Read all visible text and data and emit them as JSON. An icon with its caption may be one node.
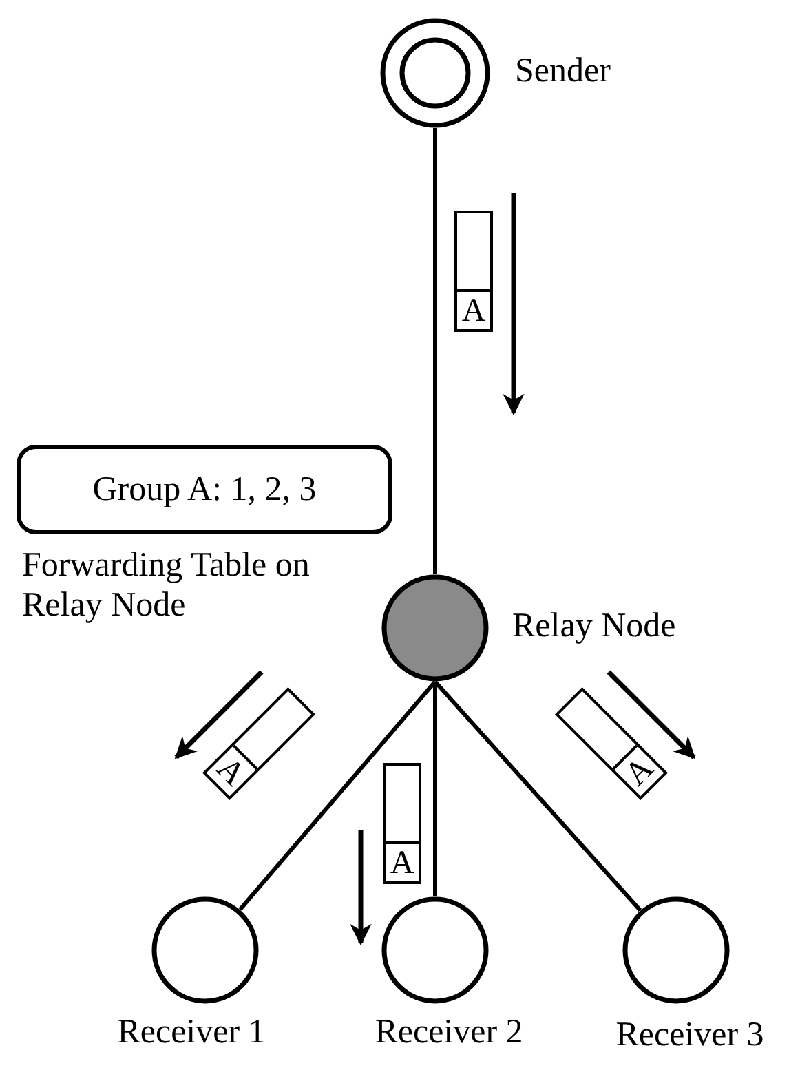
{
  "diagram": {
    "nodes": [
      {
        "text": [
          "Sender"
        ]
      },
      {
        "text": [
          "A"
        ]
      },
      {
        "text": [
          "Group A: 1, 2, 3"
        ],
        "beside": [
          "Forwarding Table on Relay Node"
        ]
      },
      {
        "text": [
          "Relay Node"
        ]
      },
      {
        "text": [
          "A"
        ]
      },
      {
        "text": [
          "A"
        ]
      },
      {
        "text": [
          "A"
        ]
      },
      {
        "text": [
          "Receiver 1"
        ]
      },
      {
        "text": [
          "Receiver 2"
        ]
      },
      {
        "text": [
          "Receiver 3"
        ]
      }
    ],
    "edges": [
      {
        "from": 0,
        "to": 3,
        "arrow": "none"
      },
      {
        "from": 3,
        "to": 7,
        "arrow": "none"
      },
      {
        "from": 3,
        "to": 8,
        "arrow": "none"
      },
      {
        "from": 3,
        "to": 9,
        "arrow": "none"
      }
    ]
  }
}
